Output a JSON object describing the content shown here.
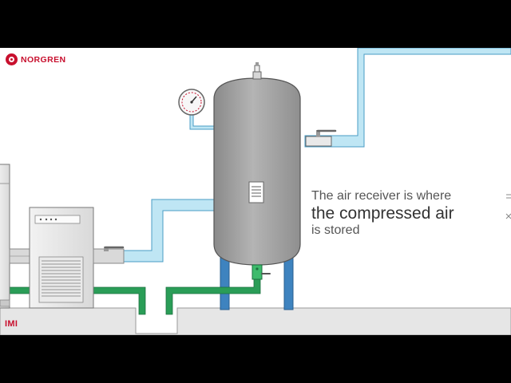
{
  "brand": {
    "name": "NORGREN",
    "color": "#c8102e"
  },
  "footer": {
    "logo_text": "IMI"
  },
  "caption": {
    "line1": "The air receiver is where",
    "line2": "the compressed air",
    "line3": "is stored"
  },
  "colors": {
    "pipe_air": "#bfe6f4",
    "pipe_outline": "#4a9cc5",
    "drain_pipe": "#2a9d57",
    "tank_body": "#9b9b9b",
    "tank_legs": "#3e83bf",
    "floor": "#e6e6e6"
  },
  "icons": [
    "norgren-logo-icon",
    "pressure-gauge-icon",
    "safety-valve-icon",
    "drain-valve-icon",
    "ball-valve-icon",
    "info-plate-icon"
  ]
}
